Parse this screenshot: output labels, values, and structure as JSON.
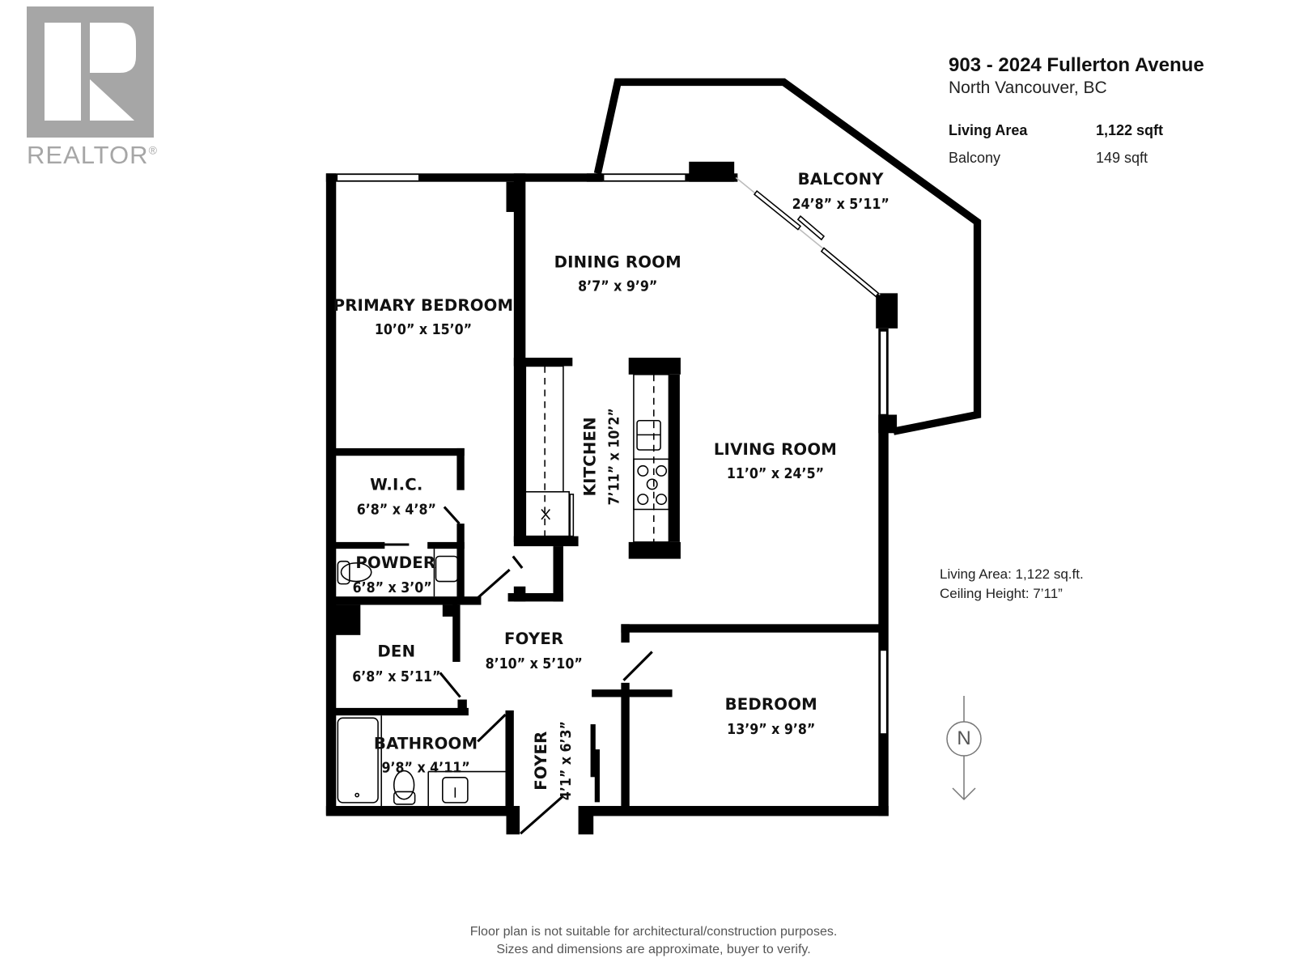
{
  "branding": {
    "logo_text": "REALTOR",
    "logo_mark": "®"
  },
  "property": {
    "address": "903 - 2024 Fullerton Avenue",
    "city": "North Vancouver, BC",
    "areas": [
      {
        "label": "Living Area",
        "value": "1,122 sqft",
        "emphasis": true
      },
      {
        "label": "Balcony",
        "value": "149 sqft",
        "emphasis": false
      }
    ]
  },
  "notes": {
    "living_area": "Living Area: 1,122 sq.ft.",
    "ceiling_height": "Ceiling Height: 7’11”"
  },
  "compass": {
    "label": "N",
    "icon": "north-arrow-icon"
  },
  "rooms": [
    {
      "id": "balcony",
      "name": "BALCONY",
      "dims": "24’8” x 5’11”"
    },
    {
      "id": "dining",
      "name": "DINING ROOM",
      "dims": "8’7” x 9’9”"
    },
    {
      "id": "primary-bedroom",
      "name": "PRIMARY BEDROOM",
      "dims": "10’0” x 15’0”"
    },
    {
      "id": "kitchen",
      "name": "KITCHEN",
      "dims": "7’11” x 10’2”"
    },
    {
      "id": "living",
      "name": "LIVING ROOM",
      "dims": "11’0” x 24’5”"
    },
    {
      "id": "wic",
      "name": "W.I.C.",
      "dims": "6’8” x 4’8”"
    },
    {
      "id": "powder",
      "name": "POWDER",
      "dims": "6’8” x 3’0”"
    },
    {
      "id": "foyer-main",
      "name": "FOYER",
      "dims": "8’10” x 5’10”"
    },
    {
      "id": "den",
      "name": "DEN",
      "dims": "6’8” x 5’11”"
    },
    {
      "id": "bedroom",
      "name": "BEDROOM",
      "dims": "13’9” x 9’8”"
    },
    {
      "id": "bathroom",
      "name": "BATHROOM",
      "dims": "9’8” x 4’11”"
    },
    {
      "id": "foyer-entry",
      "name": "FOYER",
      "dims": "4’1” x 6’3”"
    }
  ],
  "footer": {
    "line1": "Floor plan is not suitable for architectural/construction purposes.",
    "line2": "Sizes and dimensions are approximate, buyer to verify."
  },
  "colors": {
    "wall": "#000000",
    "logo_gray": "#a6a6a6",
    "footer_text": "#555555"
  }
}
